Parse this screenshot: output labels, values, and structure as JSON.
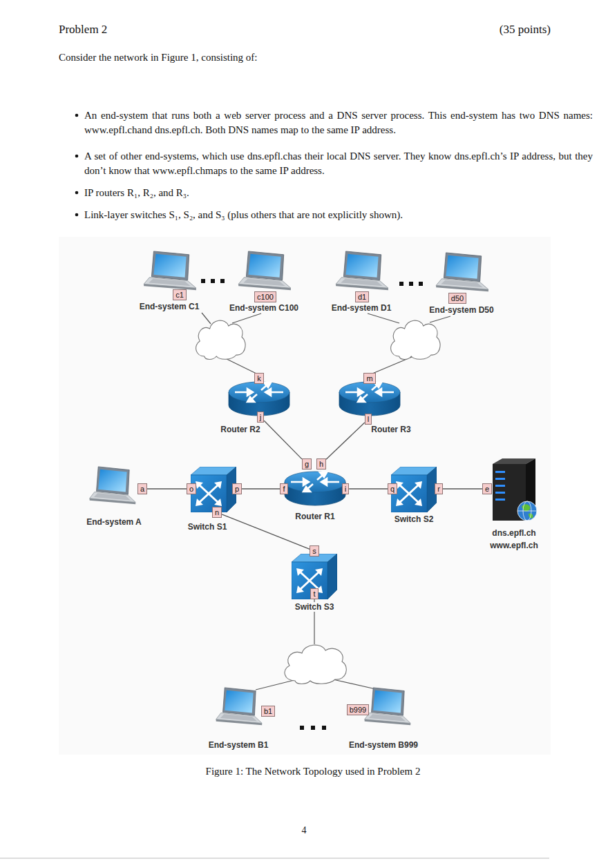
{
  "diagram": {
    "title": "Problem 2",
    "caption": "Figure 1: The Network Topology used in Problem 2",
    "nodes": [
      {
        "text": [
          "End-system C1"
        ]
      },
      {
        "text": [
          "c1"
        ]
      },
      {
        "text": [
          "End-system C100"
        ]
      },
      {
        "text": [
          "c100"
        ]
      },
      {
        "text": [
          "End-system D1"
        ]
      },
      {
        "text": [
          "d1"
        ]
      },
      {
        "text": [
          "End-system D50"
        ]
      },
      {
        "text": [
          "d50"
        ]
      },
      {
        "text": [
          "k"
        ]
      },
      {
        "text": [
          "Router R2"
        ]
      },
      {
        "text": [
          "j"
        ]
      },
      {
        "text": [
          "m"
        ]
      },
      {
        "text": [
          "Router R3"
        ]
      },
      {
        "text": [
          "l"
        ]
      },
      {
        "text": [
          "g"
        ]
      },
      {
        "text": [
          "h"
        ]
      },
      {
        "text": [
          "End-system A"
        ]
      },
      {
        "text": [
          "a"
        ]
      },
      {
        "text": [
          "o"
        ]
      },
      {
        "text": [
          "Switch S1"
        ]
      },
      {
        "text": [
          "p"
        ]
      },
      {
        "text": [
          "f"
        ]
      },
      {
        "text": [
          "Router R1"
        ]
      },
      {
        "text": [
          "i"
        ]
      },
      {
        "text": [
          "q"
        ]
      },
      {
        "text": [
          "Switch S2"
        ]
      },
      {
        "text": [
          "r"
        ]
      },
      {
        "text": [
          "e"
        ]
      },
      {
        "text": [
          "dns.epfl.ch",
          "www.epfl.ch"
        ]
      },
      {
        "text": [
          "n"
        ]
      },
      {
        "text": [
          "s"
        ]
      },
      {
        "text": [
          "Switch S3"
        ]
      },
      {
        "text": [
          "t"
        ]
      },
      {
        "text": [
          "b1"
        ]
      },
      {
        "text": [
          "End-system B1"
        ]
      },
      {
        "text": [
          "b999"
        ]
      },
      {
        "text": [
          "End-system B999"
        ]
      }
    ],
    "edges": [
      {
        "from": 17,
        "to": 18,
        "arrow": "none"
      },
      {
        "from": 20,
        "to": 21,
        "arrow": "none"
      },
      {
        "from": 23,
        "to": 24,
        "arrow": "none"
      },
      {
        "from": 26,
        "to": 27,
        "arrow": "none"
      },
      {
        "from": 29,
        "to": 30,
        "arrow": "none"
      },
      {
        "from": 10,
        "to": 14,
        "arrow": "none"
      },
      {
        "from": 13,
        "to": 15,
        "arrow": "none"
      }
    ],
    "labels": [
      "(35 points)",
      "Consider the network in Figure 1, consisting of:",
      "An end-system that runs both a web server process and a DNS server process. This end-system has two DNS names: www.epfl.chand dns.epfl.ch. Both DNS names map to the same IP address.",
      "A set of other end-systems, which use dns.epfl.chas their local DNS server. They know dns.epfl.ch’s IP address, but they don’t know that www.epfl.chmaps to the same IP address.",
      "IP routers R₁, R₂, and R₃.",
      "Link-layer switches S₁, S₂, and S₃ (plus others that are not explicitly shown).",
      "4"
    ]
  }
}
